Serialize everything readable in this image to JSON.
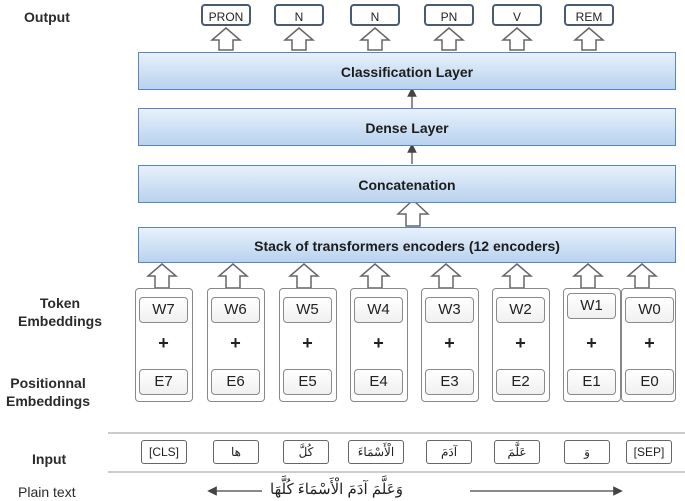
{
  "labels": {
    "output": "Output",
    "token": "Token\nEmbeddings",
    "positional": "Positionnal\nEmbeddings",
    "input": "Input",
    "plain_text": "Plain text"
  },
  "outputs": [
    "PRON",
    "N",
    "N",
    "PN",
    "V",
    "REM"
  ],
  "layers": {
    "classification": "Classification Layer",
    "dense": "Dense Layer",
    "concat": "Concatenation",
    "encoders": "Stack of transformers encoders (12 encoders)"
  },
  "token_embeddings": [
    "W7",
    "W6",
    "W5",
    "W4",
    "W3",
    "W2",
    "W1",
    "W0"
  ],
  "position_embeddings": [
    "E7",
    "E6",
    "E5",
    "E4",
    "E3",
    "E2",
    "E1",
    "E0"
  ],
  "plus": "+",
  "inputs": [
    "[CLS]",
    "ها",
    "كُلَّ",
    "الْأَسْمَاءَ",
    "آدَمَ",
    "عَلَّمَ",
    "وَ",
    "[SEP]"
  ],
  "plain_text": "وَعَلَّمَ آدَمَ الْأَسْمَاءَ كُلَّهَا"
}
